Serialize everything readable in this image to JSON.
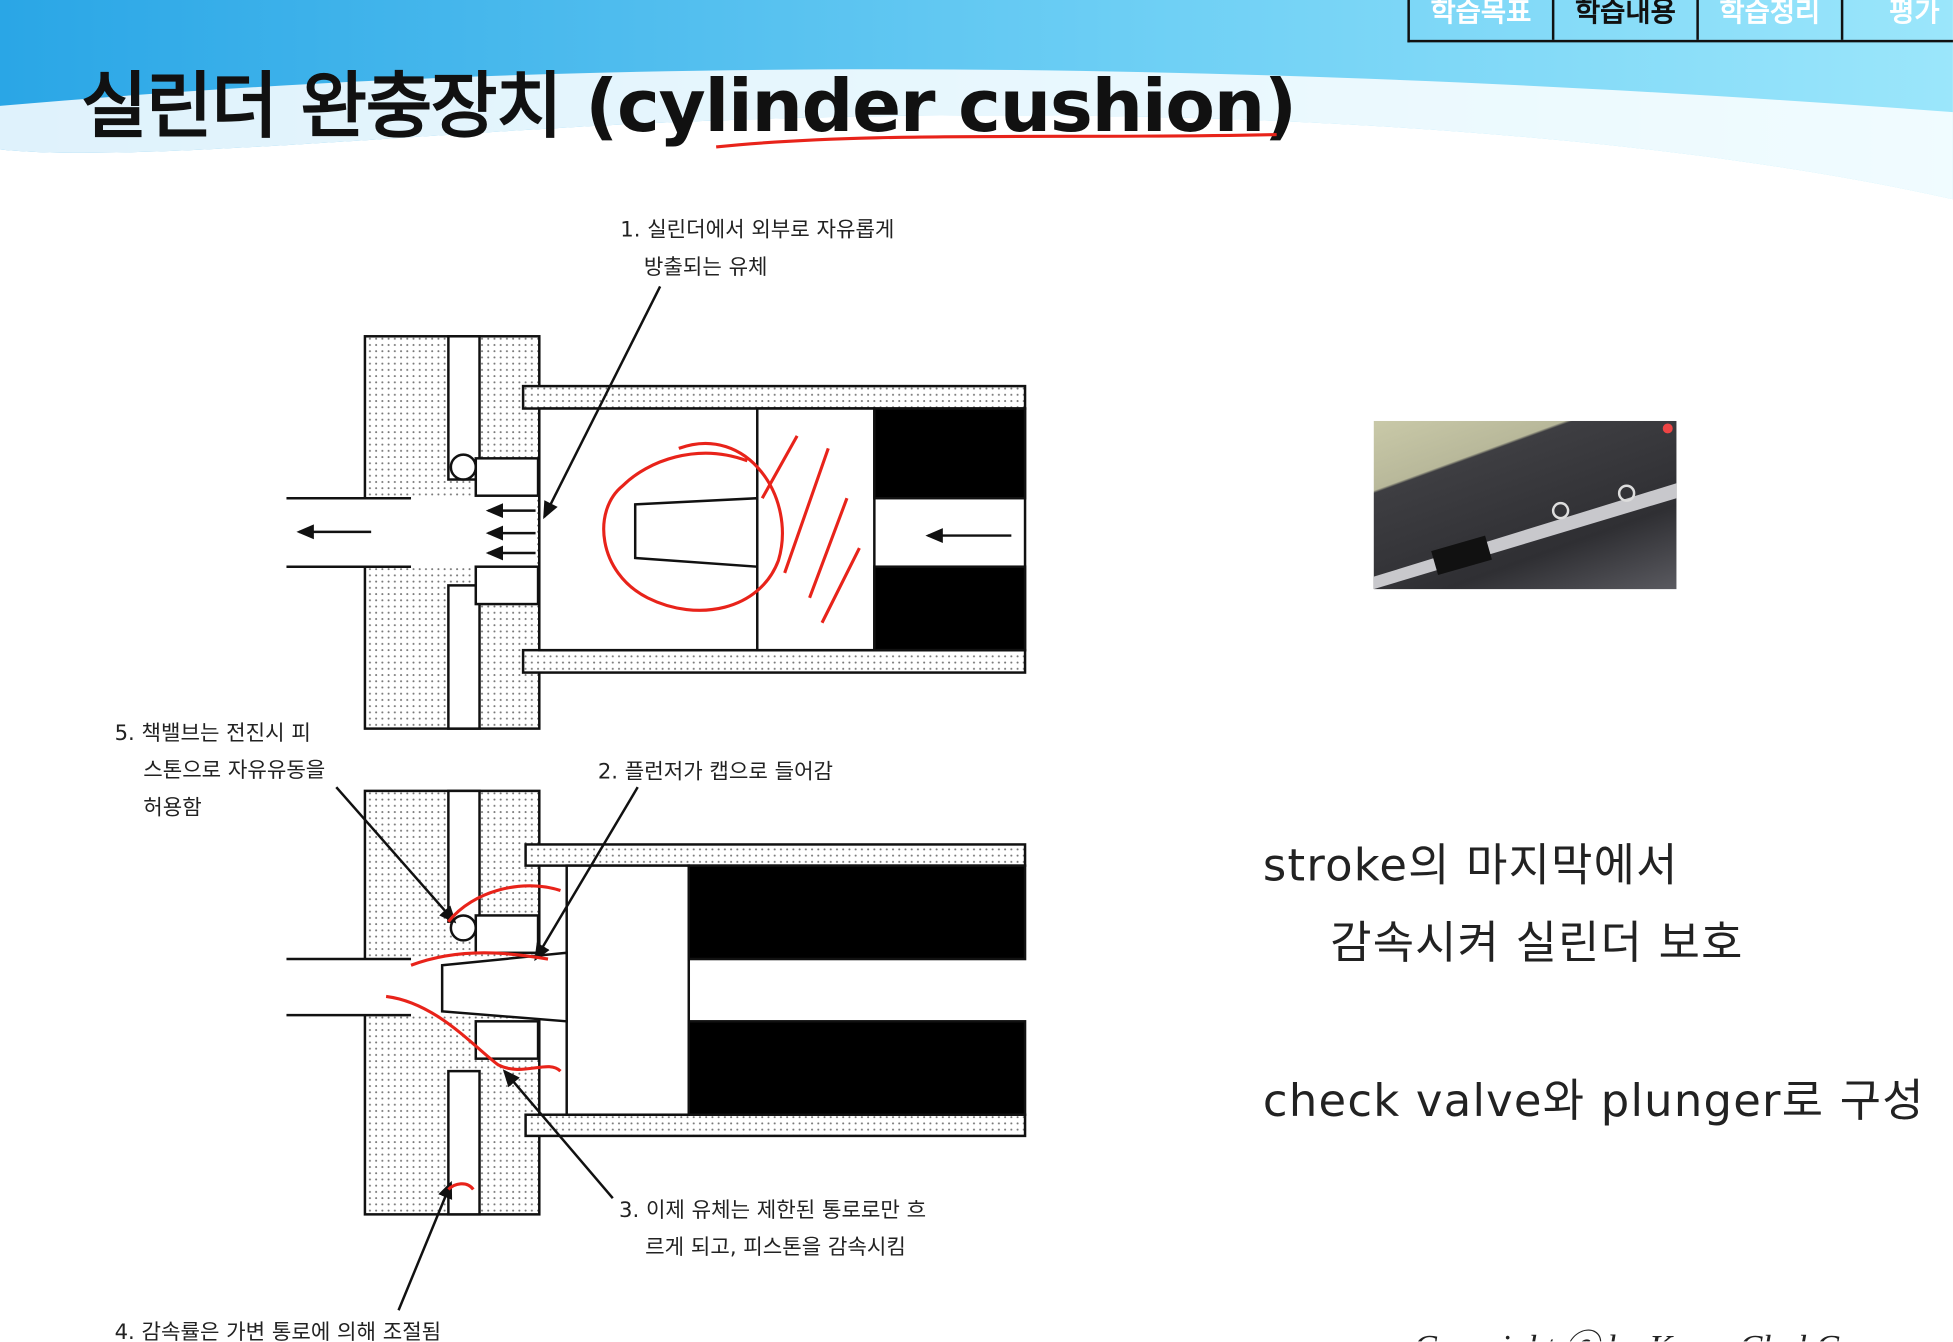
{
  "slide": {
    "title": "실린더 완충장치 (cylinder cushion)",
    "nav_tabs": [
      "학습목표",
      "학습내용",
      "학습정리",
      "평가"
    ],
    "active_tab_index": 1,
    "diagram_labels": {
      "label1_line1": "1. 실린더에서 외부로 자유롭게",
      "label1_line2": "방출되는 유체",
      "label5_line1": "5. 책밸브는 전진시 피",
      "label5_line2": "스톤으로 자유유동을",
      "label5_line3": "허용함",
      "label2": "2. 플런저가 캡으로 들어감",
      "label3_line1": "3. 이제 유체는 제한된 통로로만 흐",
      "label3_line2": "르게 되고, 피스톤을 감속시킴",
      "label4": "4. 감속률은 가변 통로에 의해 조절됨"
    },
    "notes": {
      "line1": "stroke의 마지막에서",
      "line2": "감속시켜 실린더 보호",
      "line3": "check valve와 plunger로 구성"
    },
    "copyright": "Copyright ⓒ by Kwon Chul Go",
    "colors": {
      "accent_blue": "#3fb8ee",
      "annotation_red": "#e8231a"
    }
  }
}
